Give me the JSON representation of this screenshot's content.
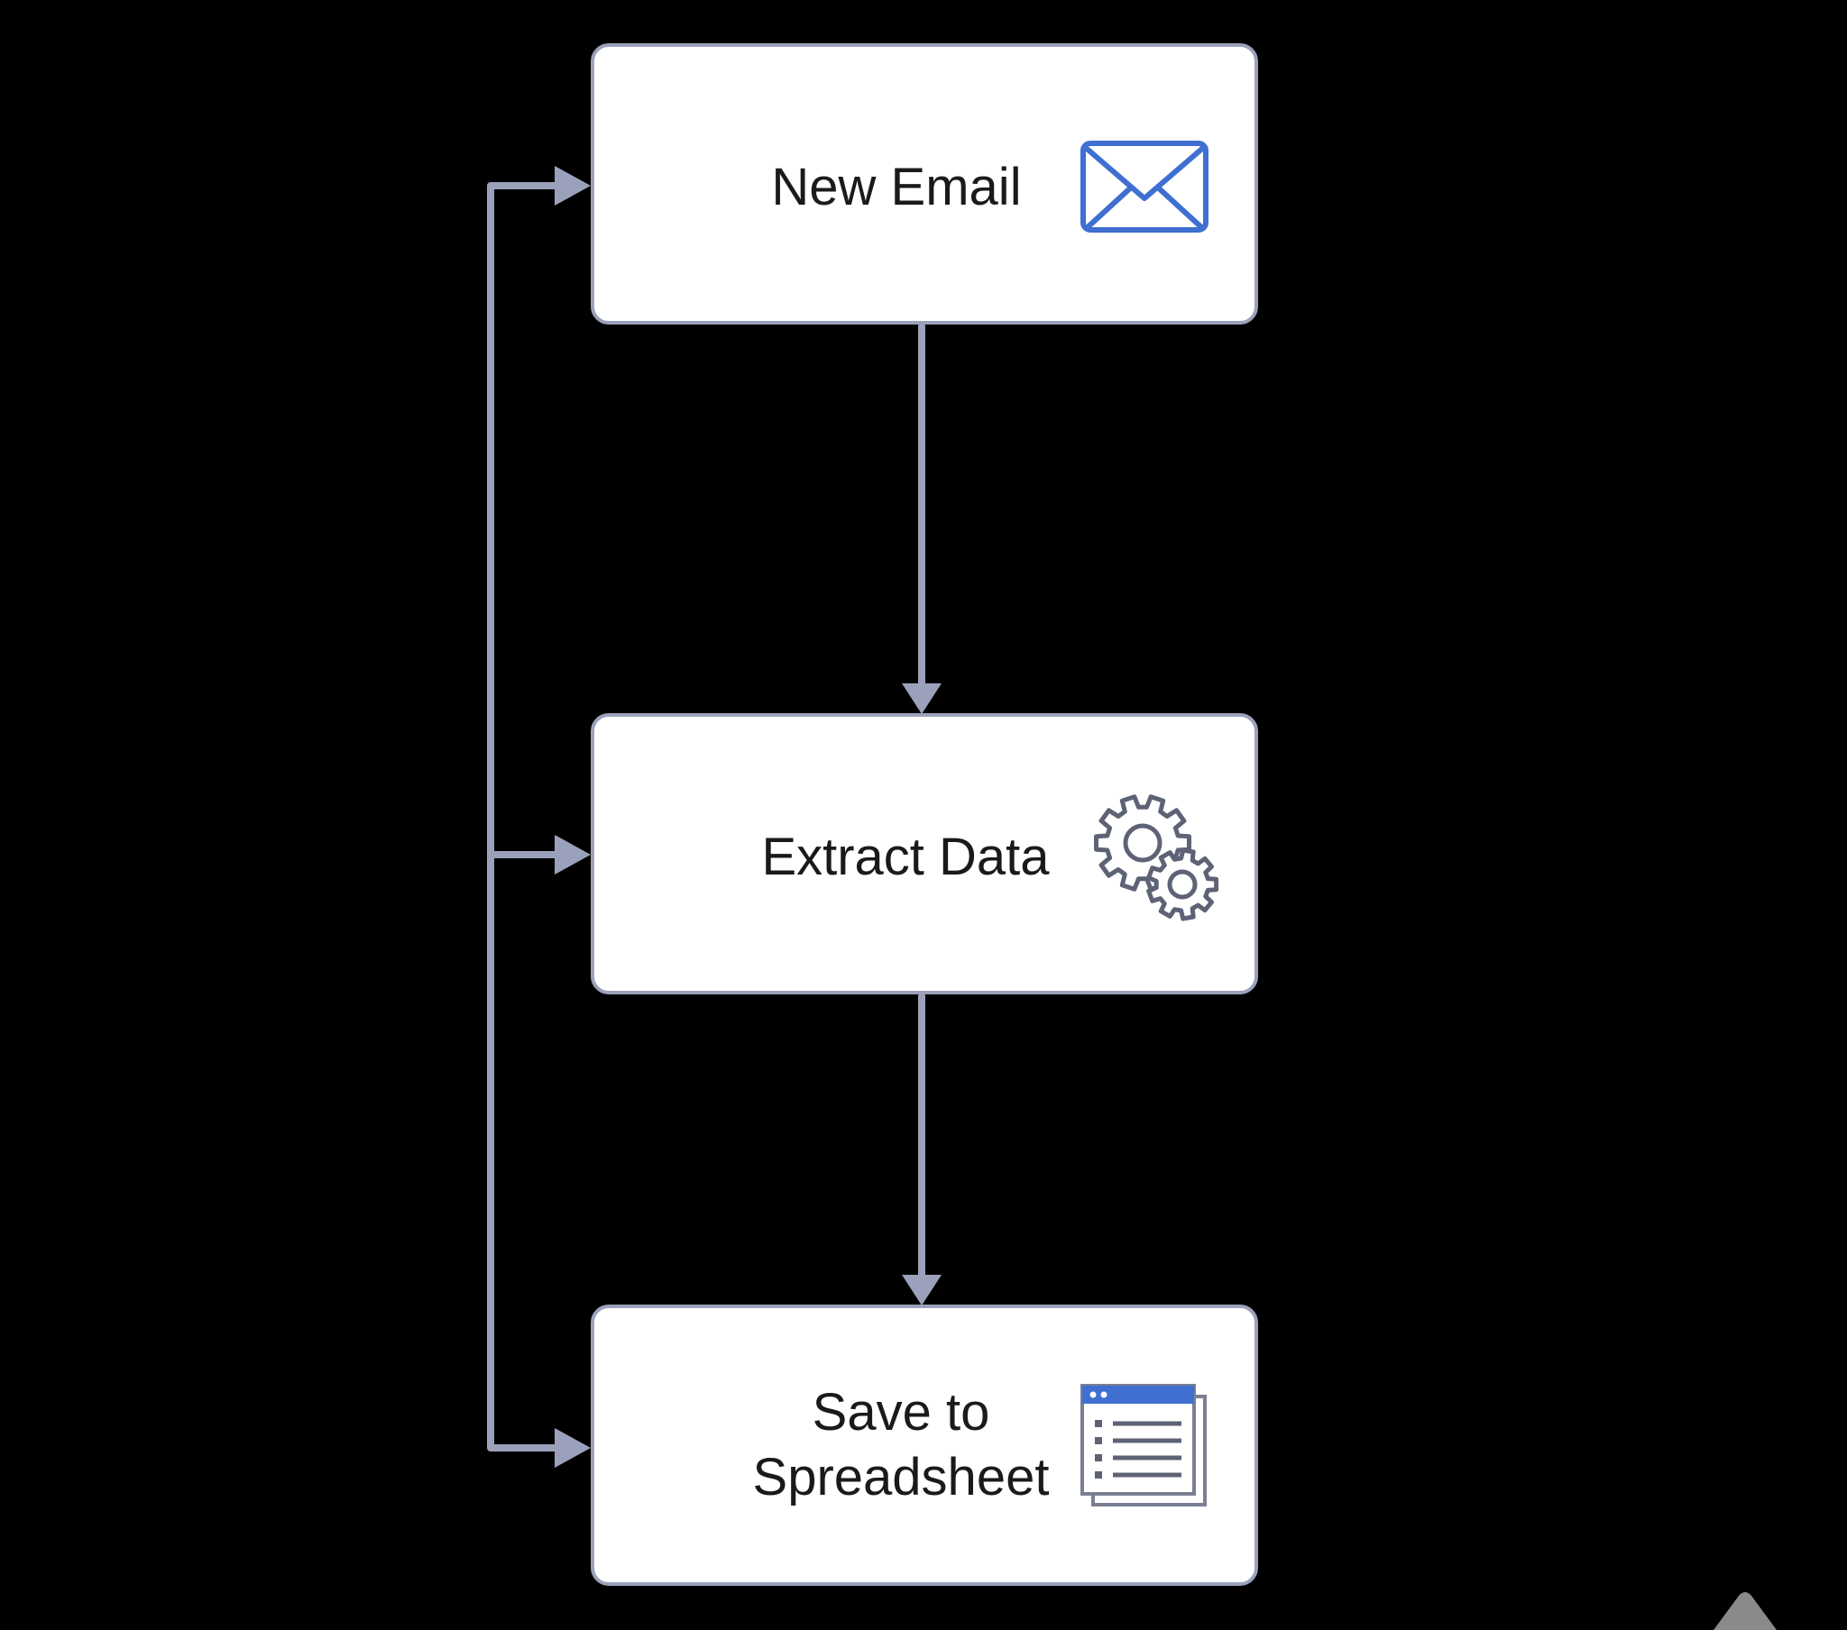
{
  "diagram": {
    "nodes": [
      {
        "id": "new-email",
        "label_lines": [
          "New Email"
        ],
        "icon": "envelope-icon"
      },
      {
        "id": "extract-data",
        "label_lines": [
          "Extract Data"
        ],
        "icon": "gears-icon"
      },
      {
        "id": "save-spreadsheet",
        "label_lines": [
          "Save to",
          "Spreadsheet"
        ],
        "icon": "spreadsheet-icon"
      }
    ],
    "edges": [
      {
        "from": "new-email",
        "to": "extract-data"
      },
      {
        "from": "extract-data",
        "to": "save-spreadsheet"
      }
    ],
    "side_connector": {
      "targets": [
        "new-email",
        "extract-data",
        "save-spreadsheet"
      ]
    },
    "colors": {
      "background": "#000000",
      "node_fill": "#ffffff",
      "node_border": "#9ca1bb",
      "connector": "#9ca1bb",
      "envelope": "#3f6fd1",
      "gear": "#5e6275",
      "sheet_header": "#3f6fd1",
      "text": "#1a1a1a"
    }
  }
}
